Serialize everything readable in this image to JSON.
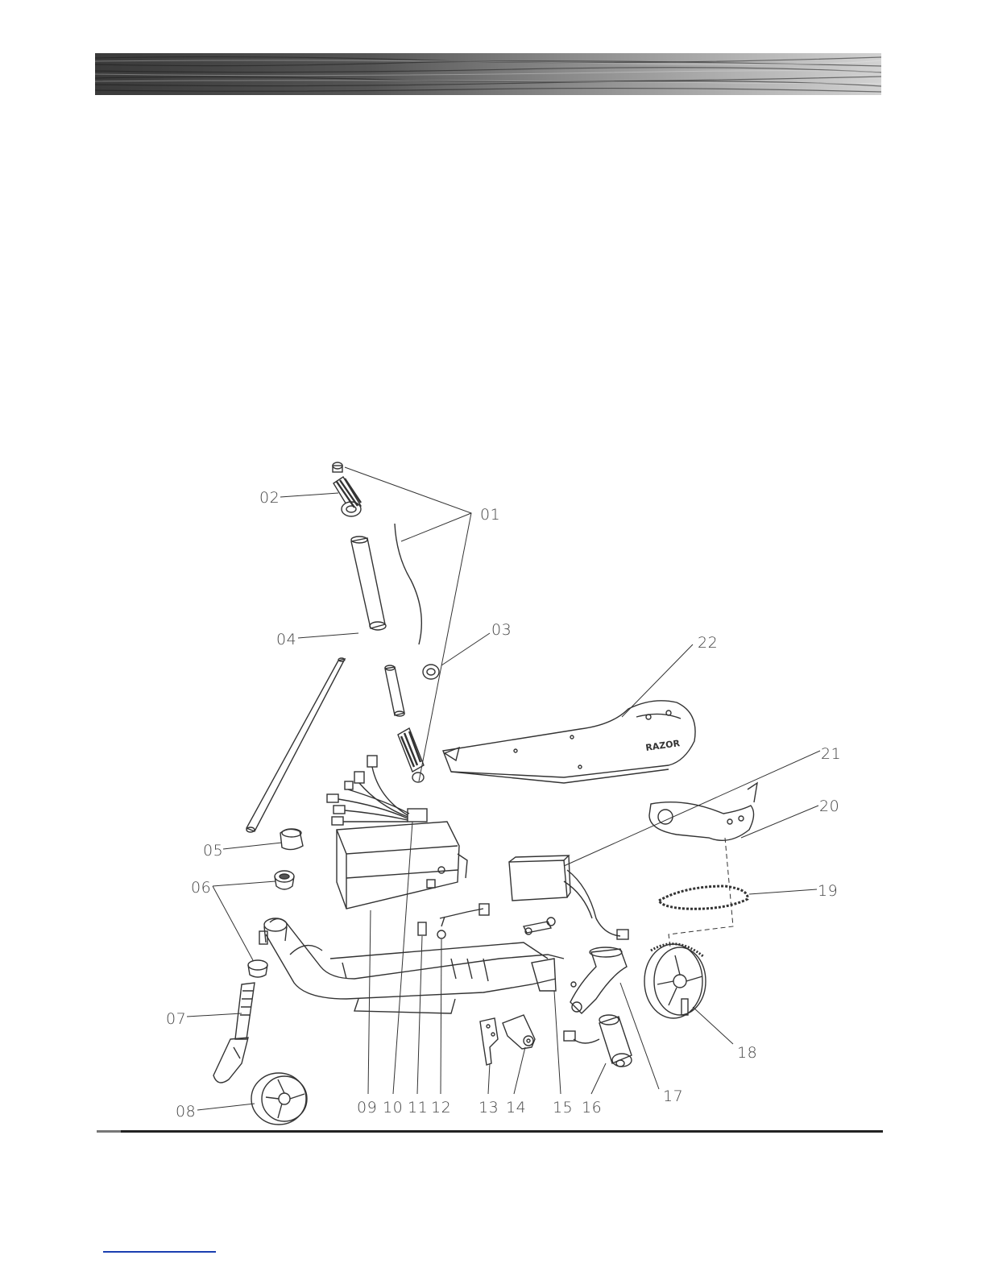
{
  "diagram": {
    "callouts": [
      "01",
      "02",
      "03",
      "04",
      "05",
      "06",
      "07",
      "08",
      "09",
      "10",
      "11",
      "12",
      "13",
      "14",
      "15",
      "16",
      "17",
      "18",
      "19",
      "20",
      "21",
      "22"
    ],
    "deck_brand_text": "RAZOR"
  },
  "colors": {
    "line": "#333333",
    "banner_dark": "#2a2a2a",
    "banner_light": "#c8c8c8"
  }
}
